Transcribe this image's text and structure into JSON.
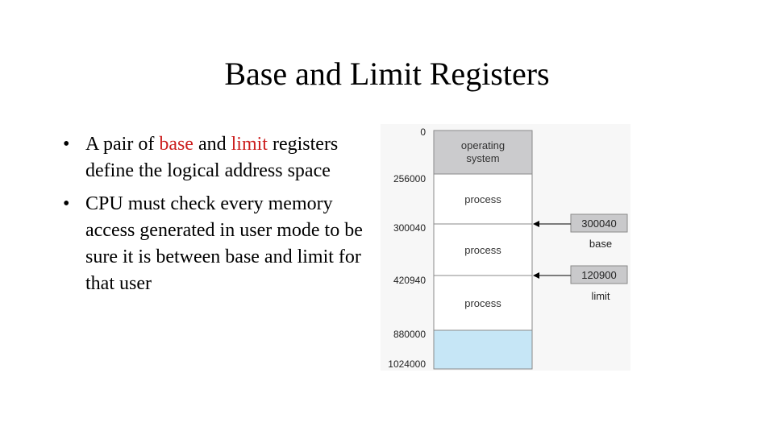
{
  "slide": {
    "title": "Base and Limit Registers",
    "bullets": [
      {
        "prefix": "A pair of ",
        "highlight1": "base",
        "middle": " and ",
        "highlight2": "limit",
        "rest": "registers define the logical address space"
      },
      {
        "text": "CPU must check every memory access generated in user mode to be sure it is between base and limit for that user"
      }
    ]
  },
  "diagram": {
    "addresses": [
      "0",
      "256000",
      "300040",
      "420940",
      "880000",
      "1024000"
    ],
    "regions": [
      "operating system",
      "process",
      "process",
      "process",
      ""
    ],
    "base_register": {
      "value": "300040",
      "label": "base"
    },
    "limit_register": {
      "value": "120900",
      "label": "limit"
    }
  },
  "colors": {
    "highlight": "#cc1f1f",
    "os_region": "#cbcbcd",
    "free_region": "#c6e6f6",
    "register_box": "#c9c9cb"
  }
}
